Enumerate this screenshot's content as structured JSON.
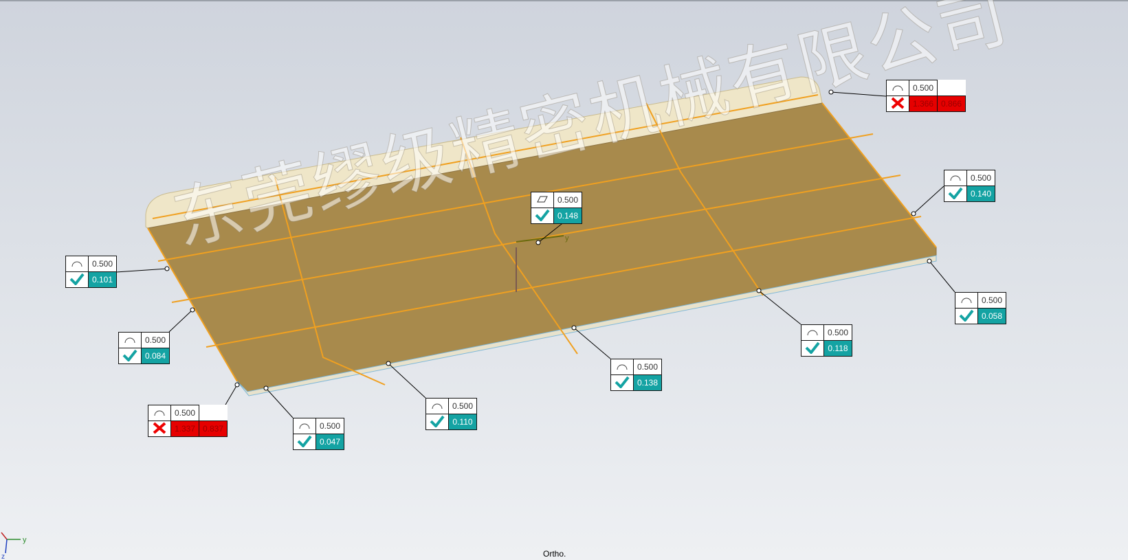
{
  "view": {
    "projection_label": "Ortho.",
    "watermark": "东莞缪级精密机械有限公司",
    "triad_labels": {
      "y": "y",
      "z": "z"
    },
    "origin_axis_label": "y"
  },
  "colors": {
    "plate": "#a88a4c",
    "edge": "#f0a020",
    "pass": "#14a3a3",
    "fail": "#e60000"
  },
  "callouts": [
    {
      "type": "profile",
      "tolerance": "0.500",
      "status": "fail",
      "values": [
        "1.366",
        "0.866"
      ]
    },
    {
      "type": "profile",
      "tolerance": "0.500",
      "status": "pass",
      "values": [
        "0.140"
      ]
    },
    {
      "type": "flatness",
      "tolerance": "0.500",
      "status": "pass",
      "values": [
        "0.148"
      ]
    },
    {
      "type": "profile",
      "tolerance": "0.500",
      "status": "pass",
      "values": [
        "0.101"
      ]
    },
    {
      "type": "profile",
      "tolerance": "0.500",
      "status": "pass",
      "values": [
        "0.084"
      ]
    },
    {
      "type": "profile",
      "tolerance": "0.500",
      "status": "fail",
      "values": [
        "1.337",
        "0.837"
      ]
    },
    {
      "type": "profile",
      "tolerance": "0.500",
      "status": "pass",
      "values": [
        "0.047"
      ]
    },
    {
      "type": "profile",
      "tolerance": "0.500",
      "status": "pass",
      "values": [
        "0.110"
      ]
    },
    {
      "type": "profile",
      "tolerance": "0.500",
      "status": "pass",
      "values": [
        "0.138"
      ]
    },
    {
      "type": "profile",
      "tolerance": "0.500",
      "status": "pass",
      "values": [
        "0.118"
      ]
    },
    {
      "type": "profile",
      "tolerance": "0.500",
      "status": "pass",
      "values": [
        "0.058"
      ]
    }
  ]
}
